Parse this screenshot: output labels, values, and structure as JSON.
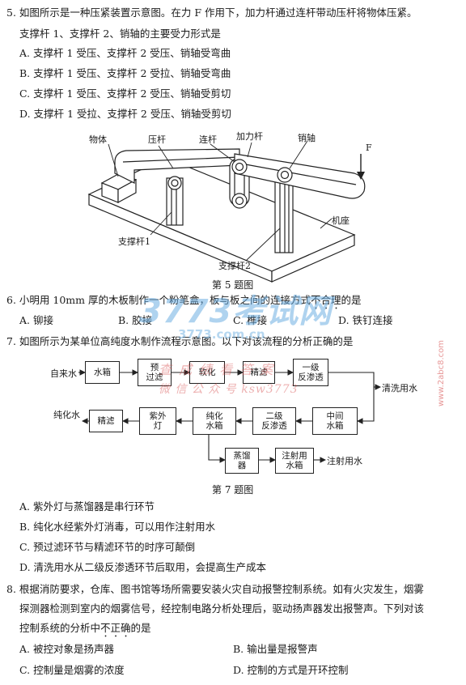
{
  "q5": {
    "line1": "5. 如图所示是一种压紧装置示意图。在力 F 作用下，加力杆通过连杆带动压杆将物体压紧。",
    "line2": "支撑杆 1、支撑杆 2、销轴的主要受力形式是",
    "options": [
      "A. 支撑杆 1 受压、支撑杆 2 受压、销轴受弯曲",
      "B. 支撑杆 1 受压、支撑杆 2 受拉、销轴受弯曲",
      "C. 支撑杆 1 受压、支撑杆 2 受压、销轴受剪切",
      "D. 支撑杆 1 受拉、支撑杆 2 受压、销轴受剪切"
    ],
    "labels": {
      "object": "物体",
      "press": "压杆",
      "link": "连杆",
      "lever": "加力杆",
      "pin": "销轴",
      "force": "F",
      "base": "机座",
      "support1": "支撑杆1",
      "support2": "支撑杆2"
    },
    "caption": "第 5 题图"
  },
  "q6": {
    "stem_a": "6. 小明用 10mm 厚的木板制作一个粉笔盒，板与板之间的连接方式",
    "stem_emph": "不合理",
    "stem_b": "的是",
    "options": [
      "A. 铆接",
      "B. 胶接",
      "C. 榫接",
      "D. 铁钉连接"
    ]
  },
  "q7": {
    "stem": "7. 如图所示为某单位高纯度水制作流程示意图。以下对该流程的分析正确的是",
    "flow": {
      "tap_water": "自来水",
      "tank": "水箱",
      "prefilter": "预\n过滤",
      "soften": "软化",
      "fine_filter": "精滤",
      "ro1": "一级\n反渗透",
      "cleaning_water": "清洗用水",
      "pure_water": "纯化水",
      "fine_filter2": "精滤",
      "uv": "紫外\n灯",
      "pure_tank": "纯化\n水箱",
      "ro2": "二级\n反渗透",
      "mid_tank": "中间\n水箱",
      "distiller": "蒸馏\n器",
      "inj_tank": "注射用\n水箱",
      "inj_water": "注射用水"
    },
    "caption": "第 7 题图",
    "options": [
      "A. 紫外灯与蒸馏器是串行环节",
      "B. 纯化水经紫外灯消毒，可以用作注射用水",
      "C. 预过滤环节与精滤环节的时序可颠倒",
      "D. 清洗用水从二级反渗透环节后取用，会提高生产成本"
    ]
  },
  "q8": {
    "line1": "8. 根据消防要求，仓库、图书馆等场所需要安装火灾自动报警控制系统。如有火灾发生，烟雾",
    "line2": "探测器检测到室内的烟雾信号，经控制电路分析处理后，驱动扬声器发出报警声。下列对该",
    "line3_a": "控制系统的分析中",
    "line3_emph": "不正确",
    "line3_b": "的是",
    "options": [
      "A. 被控对象是扬声器",
      "B. 输出量是报警声",
      "C. 控制量是烟雾的浓度",
      "D. 控制的方式是开环控制"
    ]
  },
  "watermark": {
    "logo": "3773考试网",
    "url": "3773.com.cn",
    "line1": "查 成 绩  看 答 案",
    "line2": "微 信 公 众 号 ksw3773",
    "side": "www.2abc8.com"
  }
}
